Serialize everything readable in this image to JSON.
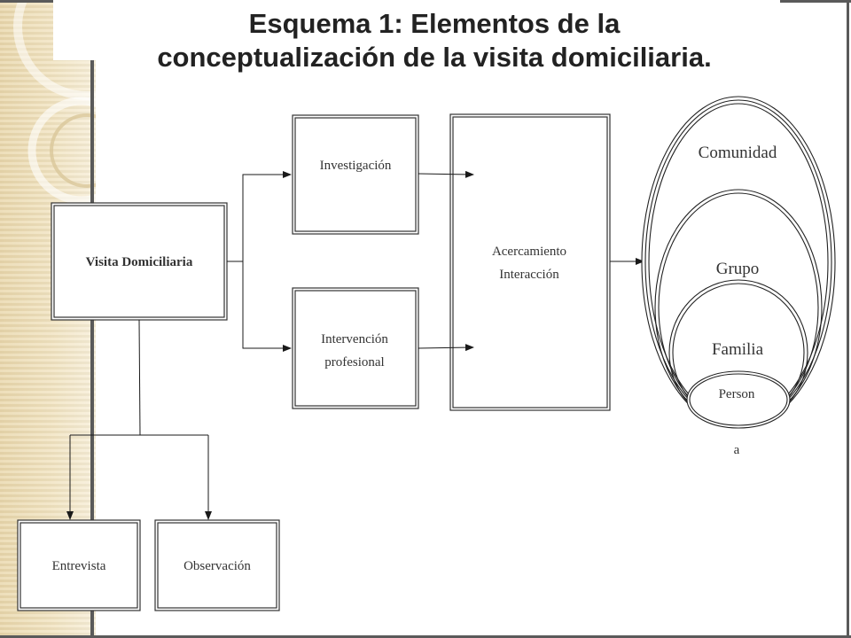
{
  "slide": {
    "title_line1": "Esquema 1: Elementos de la",
    "title_line2": "conceptualización de la visita domiciliaria."
  },
  "diagram": {
    "visita": "Visita Domiciliaria",
    "investigacion": "Investigación",
    "intervencion_line1": "Intervención",
    "intervencion_line2": "profesional",
    "acercamiento_line1": "Acercamiento",
    "acercamiento_line2": "Interacción",
    "entrevista": "Entrevista",
    "observacion": "Observación",
    "comunidad": "Comunidad",
    "grupo": "Grupo",
    "familia": "Familia",
    "persona_line1": "Person",
    "persona_line2": "a"
  },
  "colors": {
    "band": "#efdfb8",
    "frame": "#5a5a5a",
    "line": "#333333"
  }
}
